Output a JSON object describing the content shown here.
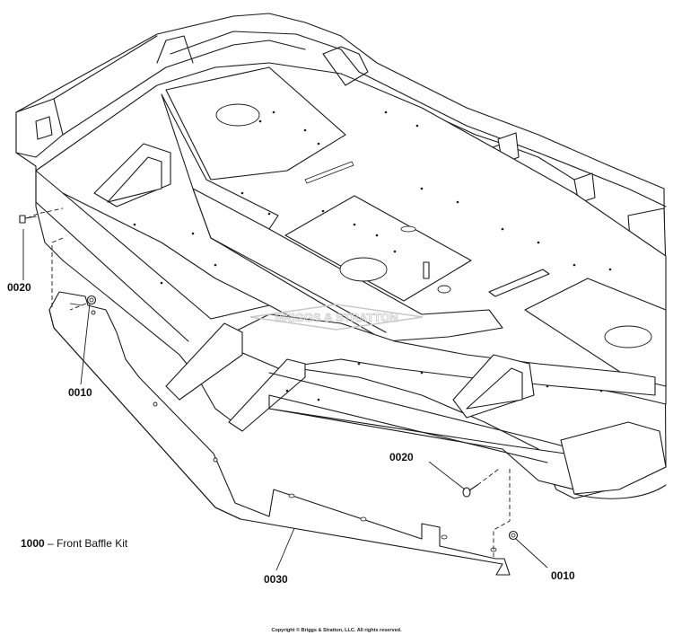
{
  "callouts": {
    "c0020_left": "0020",
    "c0010_left": "0010",
    "c0020_right": "0020",
    "c0030": "0030",
    "c0010_right": "0010"
  },
  "kit": {
    "number": "1000",
    "separator": "–",
    "name": "Front Baffle Kit"
  },
  "watermark": "BRIGGS & STRATTON",
  "copyright": "Copyright © Briggs & Stratton, LLC. All rights reserved."
}
